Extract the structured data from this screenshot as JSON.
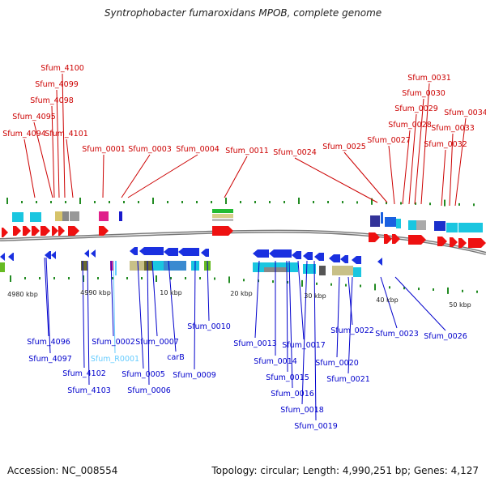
{
  "title": "Syntrophobacter fumaroxidans MPOB, complete genome",
  "footer": {
    "accession": "Accession: NC_008554",
    "summary": "Topology: circular; Length: 4,990,251 bp; Genes: 4,127"
  },
  "scale_labels": [
    "4980 kbp",
    "4990 kbp",
    "10 kbp",
    "20 kbp",
    "30 kbp",
    "40 kbp",
    "50 kbp"
  ],
  "colors": {
    "top_strand_labels": "#cc0000",
    "bottom_strand_labels": "#0000cc",
    "rna_label": "#66ccff",
    "backbone": "#777777",
    "tick": "#228b22"
  },
  "top_labels": [
    "Sfum_4100",
    "Sfum_4099",
    "Sfum_4098",
    "Sfum_4095",
    "Sfum_4094",
    "Sfum_4101",
    "Sfum_0001",
    "Sfum_0003",
    "Sfum_0004",
    "Sfum_0011",
    "Sfum_0024",
    "Sfum_0025",
    "Sfum_0031",
    "Sfum_0030",
    "Sfum_0029",
    "Sfum_0028",
    "Sfum_0027",
    "Sfum_0034",
    "Sfum_0033",
    "Sfum_0032"
  ],
  "bottom_labels": [
    "Sfum_4096",
    "Sfum_4097",
    "Sfum_4102",
    "Sfum_4103",
    "Sfum_0002",
    "Sfum_R0001",
    "Sfum_0005",
    "Sfum_0006",
    "Sfum_0007",
    "carB",
    "Sfum_0009",
    "Sfum_0010",
    "Sfum_0013",
    "Sfum_0014",
    "Sfum_0015",
    "Sfum_0016",
    "Sfum_0017",
    "Sfum_0018",
    "Sfum_0019",
    "Sfum_0020",
    "Sfum_0021",
    "Sfum_0022",
    "Sfum_0023",
    "Sfum_0026"
  ]
}
